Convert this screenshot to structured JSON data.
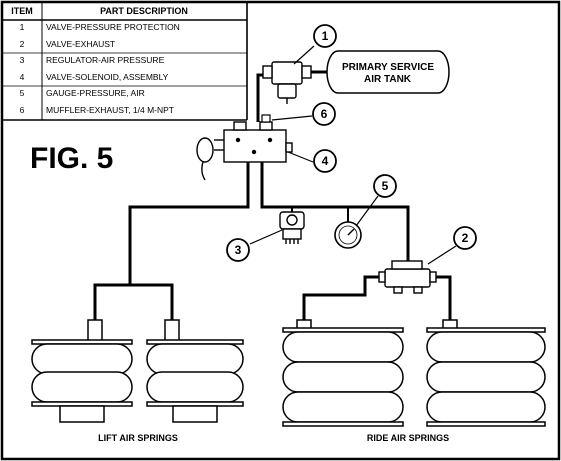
{
  "parts_table": {
    "header": {
      "item": "ITEM",
      "description": "PART DESCRIPTION"
    },
    "rows": [
      {
        "item": "1",
        "description": "VALVE-PRESSURE PROTECTION"
      },
      {
        "item": "2",
        "description": "VALVE-EXHAUST"
      },
      {
        "item": "3",
        "description": "REGULATOR-AIR PRESSURE"
      },
      {
        "item": "4",
        "description": "VALVE-SOLENOID, ASSEMBLY"
      },
      {
        "item": "5",
        "description": "GAUGE-PRESSURE, AIR"
      },
      {
        "item": "6",
        "description": "MUFFLER-EXHAUST, 1/4 M-NPT"
      }
    ]
  },
  "figure_label": "FIG. 5",
  "tank": {
    "line1": "PRIMARY SERVICE",
    "line2": "AIR TANK"
  },
  "callouts": [
    "1",
    "2",
    "3",
    "4",
    "5",
    "6"
  ],
  "labels": {
    "lift_springs": "LIFT AIR SPRINGS",
    "ride_springs": "RIDE AIR SPRINGS"
  }
}
